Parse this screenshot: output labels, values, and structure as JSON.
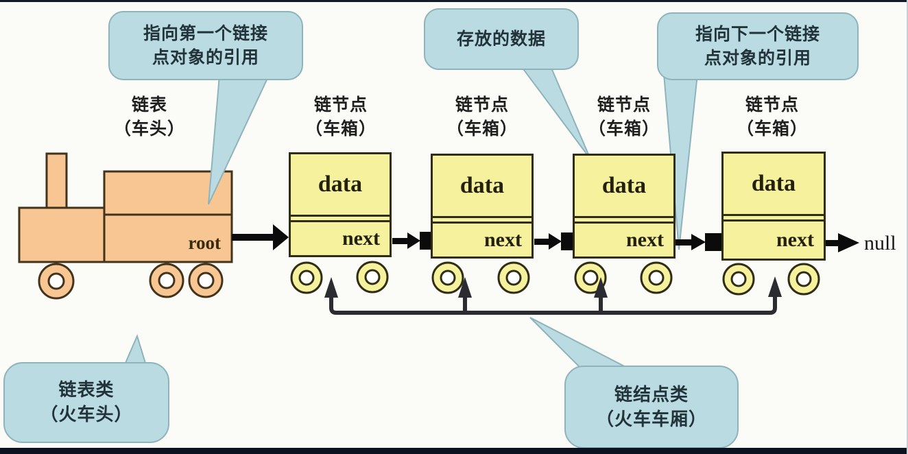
{
  "callouts": {
    "first_ref": {
      "line1": "指向第一个链接",
      "line2": "点对象的引用"
    },
    "stored_data": {
      "line1": "存放的数据"
    },
    "next_ref": {
      "line1": "指向下一个链接",
      "line2": "点对象的引用"
    },
    "list_class": {
      "line1": "链表类",
      "line2": "（火车头）"
    },
    "node_class": {
      "line1": "链结点类",
      "line2": "（火车车厢）"
    }
  },
  "labels": {
    "head": {
      "line1": "链表",
      "line2": "（车头）"
    },
    "node": {
      "line1": "链节点",
      "line2": "（车箱）"
    }
  },
  "train": {
    "pointer_label": "root"
  },
  "nodes": [
    {
      "data_label": "data",
      "next_label": "next"
    },
    {
      "data_label": "data",
      "next_label": "next"
    },
    {
      "data_label": "data",
      "next_label": "next"
    },
    {
      "data_label": "data",
      "next_label": "next"
    }
  ],
  "terminator": "null",
  "colors": {
    "background": "#fbfbf8",
    "bubble_fill": "#b9dbe1",
    "bubble_border": "#8fb3ba",
    "node_fill": "#f6f19d",
    "node_border": "#2f2d15",
    "train_fill": "#f7c693",
    "train_border": "#42331b",
    "arrow": "#0b0b0b",
    "connector": "#2a2c31",
    "frame_bar": "#0c1220"
  }
}
